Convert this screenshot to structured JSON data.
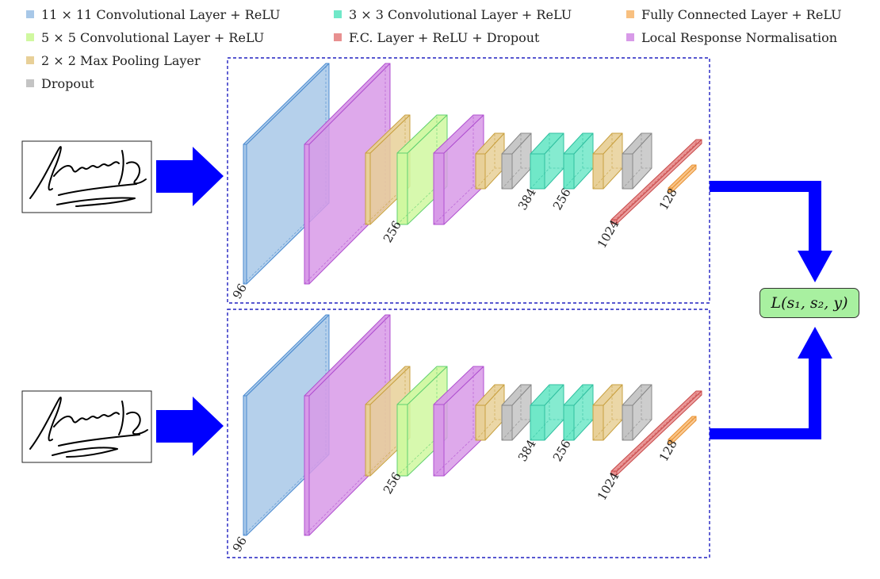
{
  "legend": [
    {
      "label": "11 × 11 Convolutional Layer + ReLU",
      "color": "#a8c8e8"
    },
    {
      "label": "3 × 3 Convolutional Layer + ReLU",
      "color": "#70e8c8"
    },
    {
      "label": "Fully Connected Layer + ReLU",
      "color": "#f8c080"
    },
    {
      "label": "5 × 5 Convolutional Layer + ReLU",
      "color": "#d0f8a0"
    },
    {
      "label": "F.C. Layer + ReLU + Dropout",
      "color": "#e89090"
    },
    {
      "label": "Local Response Normalisation",
      "color": "#d89ae8"
    },
    {
      "label": "2 × 2 Max Pooling Layer",
      "color": "#e8d098"
    },
    {
      "label": "Dropout",
      "color": "#c4c4c4"
    }
  ],
  "branch_labels": [
    "96",
    "256",
    "384",
    "256",
    "1024",
    "128"
  ],
  "loss_label": "L(s₁, s₂, y)",
  "colors": {
    "arrow": "#0000ff",
    "branch_border": "#2020c0",
    "loss_fill": "#a8f0a0"
  }
}
